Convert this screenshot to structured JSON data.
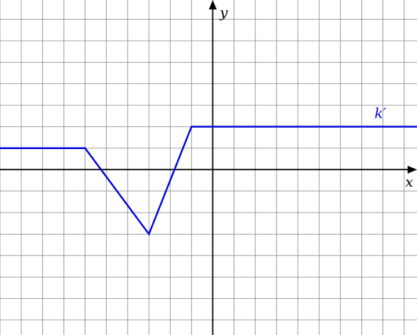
{
  "chart_data": {
    "type": "line",
    "title": "",
    "xlabel": "x",
    "ylabel": "y",
    "xlim": [
      -10,
      9.6
    ],
    "ylim": [
      -7.7,
      7.9
    ],
    "grid": true,
    "grid_step": 1,
    "series": [
      {
        "name": "k′",
        "color": "#0000dd",
        "x": [
          -10,
          -6,
          -3,
          -1,
          9.6
        ],
        "y": [
          1,
          1,
          -3,
          2,
          2
        ]
      }
    ]
  }
}
